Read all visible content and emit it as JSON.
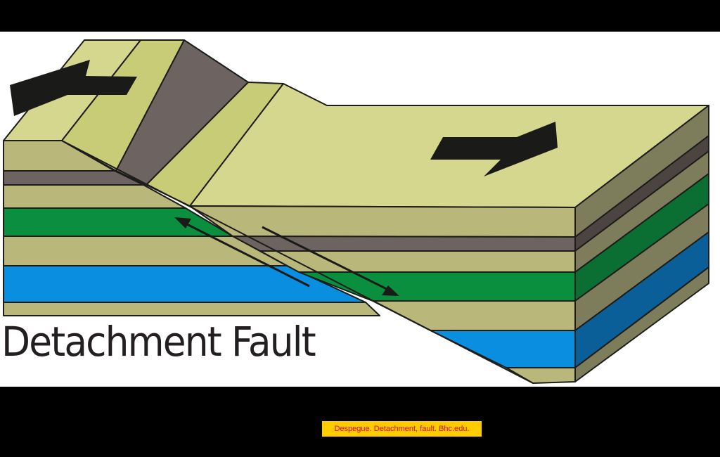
{
  "title": "Detachment Fault",
  "caption": "Despegue. Detachment, fault. Bhc.edu.",
  "colors": {
    "background": "#000000",
    "panel": "#ffffff",
    "tan_top": "#d6d78f",
    "tan_top_dark": "#c9cc76",
    "tan_front": "#b9b77a",
    "tan_side": "#7d7d5c",
    "brown": "#6d6462",
    "brown_side": "#4c4440",
    "green": "#0a8f3f",
    "green_side": "#0b6f33",
    "blue": "#0a8ee0",
    "blue_side": "#0b5f99",
    "arrow": "#1a1a18",
    "caption_bg": "#ffcc00",
    "caption_text": "#e0001b"
  },
  "icons": [
    "movement-arrow-left",
    "movement-arrow-right",
    "slip-arrow-up",
    "slip-arrow-down"
  ]
}
